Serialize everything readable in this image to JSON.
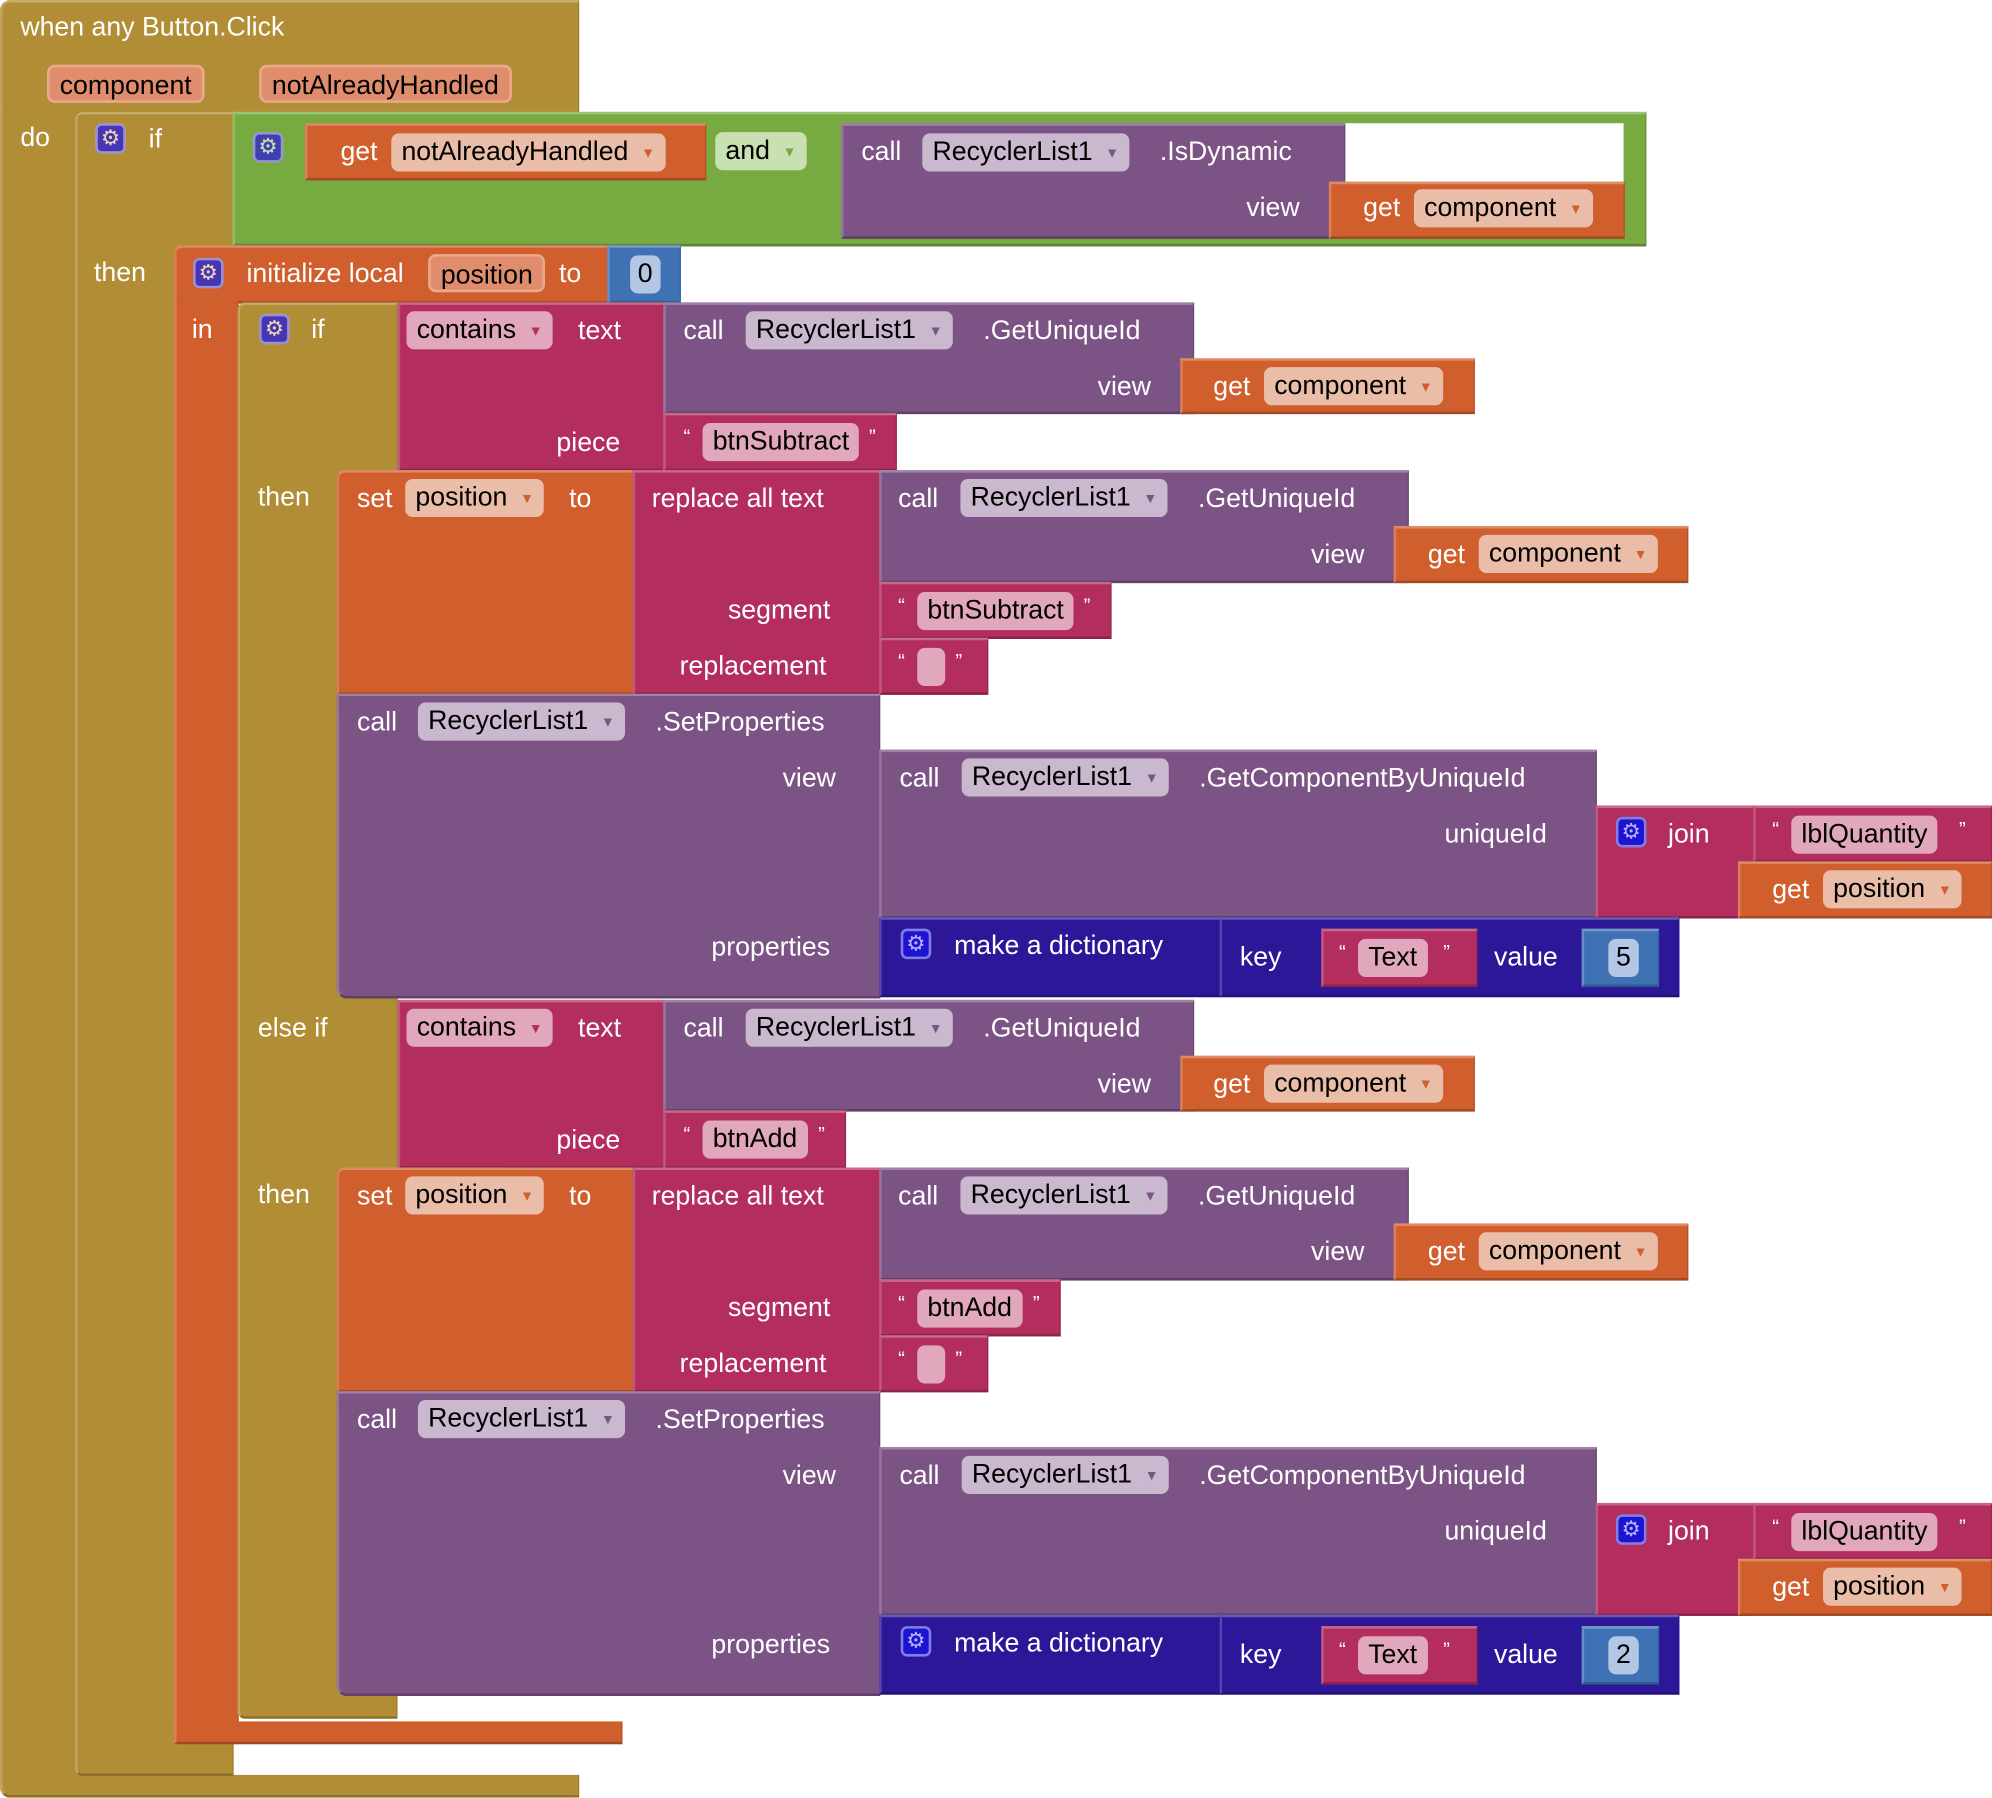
{
  "event": {
    "title": "when any Button.Click",
    "params": [
      "component",
      "notAlreadyHandled"
    ],
    "do_label": "do"
  },
  "outer_if": {
    "if_label": "if",
    "then_label": "then",
    "condition": {
      "get_label": "get",
      "get_var": "notAlreadyHandled",
      "op": "and",
      "call_label": "call",
      "component": "RecyclerList1",
      "method": ".IsDynamic",
      "view_label": "view",
      "view_get_label": "get",
      "view_var": "component"
    }
  },
  "init_local": {
    "label": "initialize local",
    "var": "position",
    "to_label": "to",
    "value": "0",
    "in_label": "in"
  },
  "inner_if": {
    "if_label": "if",
    "else_if_label": "else if",
    "then_label": "then",
    "branches": [
      {
        "contains_op": "contains",
        "text_label": "text",
        "call_label": "call",
        "component": "RecyclerList1",
        "method": ".GetUniqueId",
        "view_label": "view",
        "get_label": "get",
        "view_var": "component",
        "piece_label": "piece",
        "piece": "btnSubtract",
        "set_label": "set",
        "set_var": "position",
        "to_label": "to",
        "replace_label": "replace all text",
        "segment_label": "segment",
        "segment": "btnSubtract",
        "replacement_label": "replacement",
        "replacement": "",
        "sp_call_label": "call",
        "sp_component": "RecyclerList1",
        "sp_method": ".SetProperties",
        "sp_view_label": "view",
        "gc_call_label": "call",
        "gc_component": "RecyclerList1",
        "gc_method": ".GetComponentByUniqueId",
        "uniqueid_label": "uniqueId",
        "join_label": "join",
        "join_text": "lblQuantity",
        "join_get_label": "get",
        "join_var": "position",
        "properties_label": "properties",
        "dict_label": "make a dictionary",
        "key_label": "key",
        "key": "Text",
        "value_label": "value",
        "value": "5"
      },
      {
        "contains_op": "contains",
        "text_label": "text",
        "call_label": "call",
        "component": "RecyclerList1",
        "method": ".GetUniqueId",
        "view_label": "view",
        "get_label": "get",
        "view_var": "component",
        "piece_label": "piece",
        "piece": "btnAdd",
        "set_label": "set",
        "set_var": "position",
        "to_label": "to",
        "replace_label": "replace all text",
        "segment_label": "segment",
        "segment": "btnAdd",
        "replacement_label": "replacement",
        "replacement": "",
        "sp_call_label": "call",
        "sp_component": "RecyclerList1",
        "sp_method": ".SetProperties",
        "sp_view_label": "view",
        "gc_call_label": "call",
        "gc_component": "RecyclerList1",
        "gc_method": ".GetComponentByUniqueId",
        "uniqueid_label": "uniqueId",
        "join_label": "join",
        "join_text": "lblQuantity",
        "join_get_label": "get",
        "join_var": "position",
        "properties_label": "properties",
        "dict_label": "make a dictionary",
        "key_label": "key",
        "key": "Text",
        "value_label": "value",
        "value": "2"
      }
    ]
  },
  "icons": {
    "mutator": "gear-icon",
    "dropdown": "triangle-down-icon"
  },
  "colors": {
    "control": "#B18E35",
    "logic": "#77AB41",
    "variable": "#D05F2D",
    "text": "#B32D5E",
    "component": "#7C5385",
    "dictionary": "#2D1799",
    "math": "#3F71B5"
  }
}
